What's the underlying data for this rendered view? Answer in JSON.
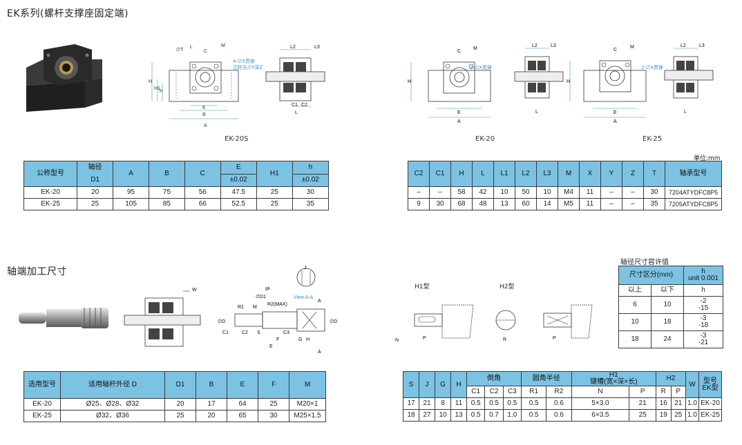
{
  "section1": {
    "title": "EK系列(螺杆支撑座固定端)"
  },
  "captions": {
    "ek20s": "EK-20S",
    "ek20": "EK-20",
    "ek25": "EK-25"
  },
  "labels": {
    "d_hole_4x": "4-∅X贯穿",
    "d_counter": "沉柱孔∅Y深Z",
    "d_2x": "2-∅X贯穿",
    "d_2x_b": "2-∅X贯穿"
  },
  "unit": "单位:mm",
  "table1": {
    "headers": {
      "model": "公称型号",
      "shaft1": "轴径",
      "shaft2": "D1",
      "A": "A",
      "B": "B",
      "C": "C",
      "E": "E",
      "E_tol": "±0.02",
      "H1": "H1",
      "h": "h",
      "h_tol": "±0.02"
    },
    "rows": [
      [
        "EK-20",
        "20",
        "95",
        "75",
        "56",
        "47.5",
        "25",
        "30"
      ],
      [
        "EK-25",
        "25",
        "105",
        "85",
        "66",
        "52.5",
        "25",
        "35"
      ]
    ]
  },
  "table2": {
    "headers": [
      "C2",
      "C1",
      "H",
      "L",
      "L1",
      "L2",
      "L3",
      "M",
      "X",
      "Y",
      "Z",
      "T",
      "轴承型号"
    ],
    "rows": [
      [
        "–",
        "–",
        "58",
        "42",
        "10",
        "50",
        "10",
        "M4",
        "11",
        "–",
        "–",
        "30",
        "7204ATYDFC8P5"
      ],
      [
        "9",
        "30",
        "68",
        "48",
        "13",
        "60",
        "14",
        "M5",
        "11",
        "–",
        "–",
        "35",
        "7205ATYDFC8P5"
      ]
    ]
  },
  "section2": {
    "title": "轴端加工尺寸"
  },
  "shaft_labels": {
    "W": "W",
    "R1": "R1",
    "M": "M",
    "D1": "∅D1",
    "g6": "g6",
    "R2": "R2(MAX)",
    "viewAA": "View A-A",
    "Dh": "∅D",
    "Dg": "∅D",
    "C1": "C1",
    "C2": "C2",
    "S": "S",
    "C3": "C3",
    "F": "F",
    "E": "E",
    "G": "G",
    "H": "H",
    "A": "A",
    "J": "J"
  },
  "h_types": {
    "h1": "H1型",
    "h2": "H2型"
  },
  "tol_table": {
    "title": "轴径尺寸容许值",
    "headers": {
      "range": "尺寸区分(mm)",
      "h": "h",
      "unit": "unit 0.001",
      "above": "以上",
      "below": "以下",
      "h2": "h"
    },
    "rows": [
      [
        "6",
        "10",
        "-2",
        "-15"
      ],
      [
        "10",
        "18",
        "-3",
        "-18"
      ],
      [
        "18",
        "24",
        "-3",
        "-21"
      ]
    ]
  },
  "table3": {
    "headers": {
      "model": "选用型号",
      "shaft": "适用轴杆外径 D",
      "D1": "D1",
      "B": "B",
      "E": "E",
      "F": "F",
      "M": "M"
    },
    "rows": [
      [
        "EK-20",
        "Ø25、Ø28、Ø32",
        "20",
        "17",
        "64",
        "25",
        "M20×1"
      ],
      [
        "EK-25",
        "Ø32、Ø36",
        "25",
        "20",
        "65",
        "30",
        "M25×1.5"
      ]
    ]
  },
  "table4": {
    "headers": {
      "S": "S",
      "J": "J",
      "G": "G",
      "H": "H",
      "chamfer": "倒角",
      "radius": "圆角半径",
      "H1a": "H1",
      "H1b": "键槽(宽×深×长)",
      "H2": "H2",
      "W": "W",
      "model1": "型号",
      "model2": "EK型",
      "C1": "C1",
      "C2": "C2",
      "C3": "C3",
      "R1": "R1",
      "R2": "R2",
      "N": "N",
      "P": "P",
      "R": "R",
      "P2": "P"
    },
    "rows": [
      [
        "17",
        "21",
        "8",
        "11",
        "0.5",
        "0.5",
        "0.5",
        "0.5",
        "0.6",
        "5×3.0",
        "21",
        "16",
        "21",
        "1.0",
        "EK-20"
      ],
      [
        "18",
        "27",
        "10",
        "13",
        "0.5",
        "0.7",
        "1.0",
        "0.5",
        "0.6",
        "6×3.5",
        "25",
        "19",
        "25",
        "1.0",
        "EK-25"
      ]
    ]
  }
}
